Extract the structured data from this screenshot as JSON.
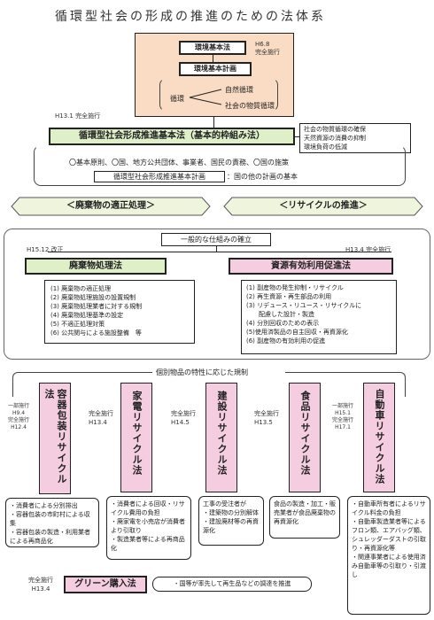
{
  "title": "循環型社会の形成の推進のための法体系",
  "env_law": {
    "label": "環境基本法",
    "date": "H6.8",
    "status": "完全施行",
    "plan": "環境基本計画",
    "cycle": "循環",
    "nature": "自然循環",
    "social": "社会の物質循環"
  },
  "basic_law": {
    "date": "H13.1 完全施行",
    "label": "循環型社会形成推進基本法（基本的枠組み法）",
    "goals": [
      "社会の物質循環の確保",
      "天然資源の消費の抑制",
      "環境負荷の低減"
    ],
    "principles": "〇基本原則、〇国、地方公共団体、事業者、国民の責務、〇国の施策",
    "plan": "循環型社会形成推進基本計画",
    "plan_note": "：国の他の計画の基本"
  },
  "arrows": {
    "waste": "＜廃棄物の適正処理＞",
    "recycle": "＜リサイクルの推進＞"
  },
  "general": {
    "header": "一般的な仕組みの確立",
    "waste_law": {
      "date": "H15.12 改正",
      "label": "廃棄物処理法",
      "items": [
        "(1) 廃棄物の適正処理",
        "(2) 廃棄物処理施設の設置規制",
        "(3) 廃棄物処理業者に対する規制",
        "(4) 廃棄物処理基準の設定",
        "(5) 不適正処理対策",
        "(6) 公共関与による施設整備　等"
      ]
    },
    "resource_law": {
      "date": "H13.4 完全施行",
      "label": "資源有効利用促進法",
      "items": [
        "(1) 副産物の発生抑制・リサイクル",
        "(2) 再生資源・再生部品の利用",
        "(3) リデュース・リユース・リサイクルに",
        "　　配慮した設計・製造",
        "(4) 分別回収のための表示",
        "(5)使用済製品の自主回収・再資源化",
        "(6) 副産物の有効利用の促進"
      ]
    }
  },
  "individual": {
    "header": "個別物品の特性に応じた規制",
    "laws": [
      {
        "label": "容器包装リサイクル法",
        "date_lines": [
          "一部施行",
          "H9.4",
          "完全施行",
          "H12.4"
        ],
        "items": [
          "・消費者による分別排出",
          "・容器包装の市町村による収集",
          "・容器包装の製造・利用業者による再商品化"
        ]
      },
      {
        "label": "家電リサイクル法",
        "date_lines": [
          "完全施行",
          "H13.4"
        ],
        "items": [
          "・消費者による回収・リサイクル費用の負担",
          "・廃家電を小売店が消費者より引取り",
          "・製造業者等による再商品化"
        ]
      },
      {
        "label": "建設リサイクル法",
        "date_lines": [
          "完全施行",
          "H14.5"
        ],
        "items": [
          "工事の受注者が",
          "・建築物の分別解体",
          "・建設廃材等の再資源化"
        ]
      },
      {
        "label": "食品リサイクル法",
        "date_lines": [
          "完全施行",
          "H13.5"
        ],
        "items": [
          "食品の製造・加工・販売業者が食品廃棄物の再資源化"
        ]
      },
      {
        "label": "自動車リサイクル法",
        "date_lines": [
          "一部施行",
          "H15.1",
          "完全施行",
          "H17.1"
        ],
        "items": [
          "・自動車所有者によるリサイクル料金の負担",
          "・自動車製造業者等によるフロン類、エアバッグ類、シュレッダーダストの引取り・再資源化等",
          "・関連事業者による使用済み自動車等の引取り・引渡し"
        ]
      }
    ]
  },
  "green": {
    "date_lines": [
      "完全施行",
      "H13.4"
    ],
    "label": "グリーン購入法",
    "desc": "・国等が率先して再生品などの調達を推進"
  }
}
